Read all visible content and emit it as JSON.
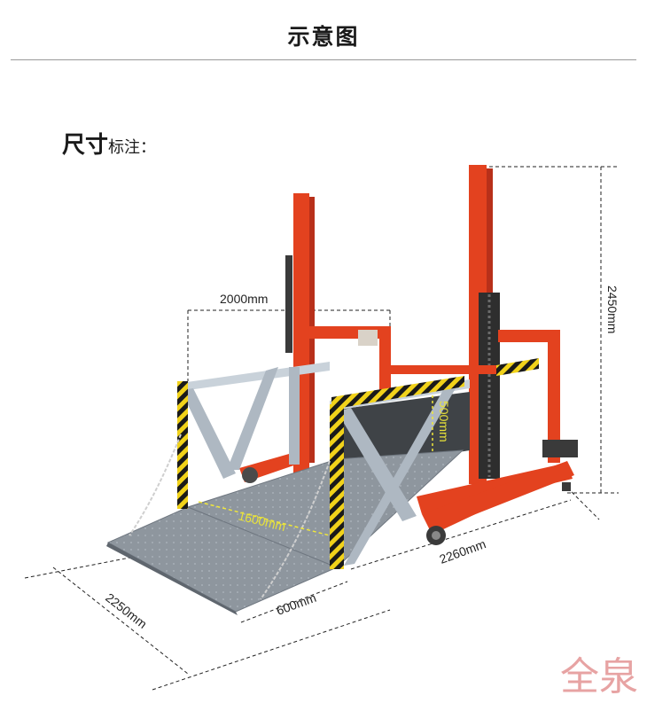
{
  "header": {
    "title": "示意图"
  },
  "section": {
    "label_bold": "尺寸",
    "label_rest": "标注："
  },
  "dimensions": {
    "top_width": "2000mm",
    "height": "2450mm",
    "lift": "500mm",
    "platform": "1600mm",
    "length": "2260mm",
    "lip": "600mm",
    "depth": "2250mm"
  },
  "watermark": "全泉",
  "colors": {
    "frame_red": "#e3421f",
    "steel_grey": "#8f9aa5",
    "stripe_yellow": "#f1d21a"
  }
}
